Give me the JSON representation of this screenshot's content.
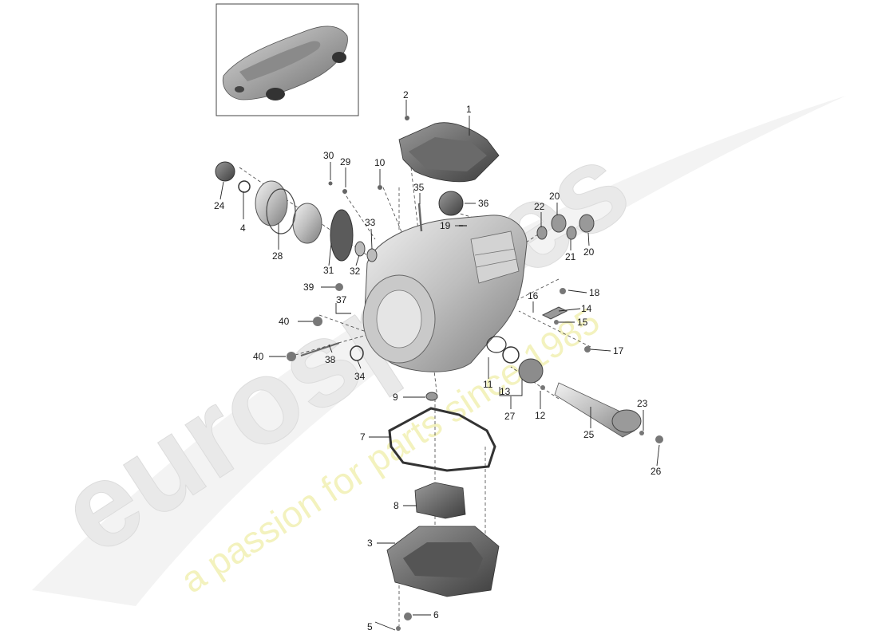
{
  "watermark": {
    "brand": "eurospares",
    "tagline": "a passion for parts since 1985",
    "brand_color": "#e6e6e6",
    "tagline_color": "#f1f0b0"
  },
  "thumbnail": {
    "icon": "car-thumbnail-icon"
  },
  "callouts": [
    "1",
    "2",
    "3",
    "4",
    "5",
    "6",
    "7",
    "8",
    "9",
    "10",
    "11",
    "12",
    "13",
    "14",
    "15",
    "16",
    "17",
    "18",
    "19",
    "20",
    "20",
    "21",
    "22",
    "23",
    "24",
    "25",
    "26",
    "27",
    "28",
    "29",
    "30",
    "31",
    "32",
    "33",
    "34",
    "35",
    "36",
    "37",
    "38",
    "39",
    "40",
    "40"
  ]
}
